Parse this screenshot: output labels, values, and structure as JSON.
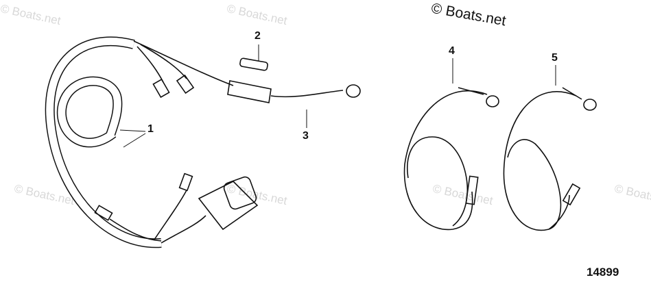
{
  "watermark": {
    "main": "© Boats.net",
    "faint": "© Boats.net"
  },
  "callouts": [
    "1",
    "2",
    "3",
    "4",
    "5"
  ],
  "figure_number": "14899"
}
